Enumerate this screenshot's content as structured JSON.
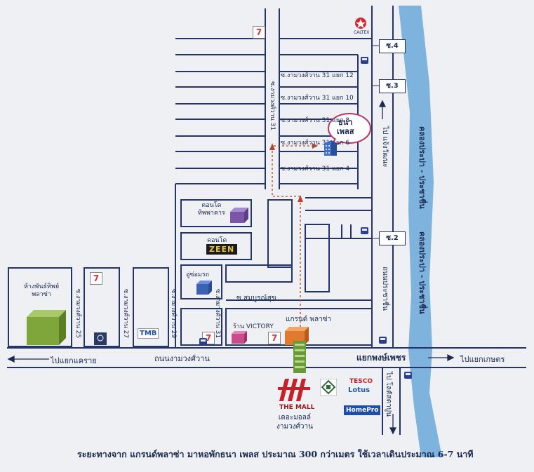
{
  "sois": {
    "s4": "ซ.4",
    "s3": "ซ.3",
    "s2": "ซ.2"
  },
  "side_streets": {
    "y12": "ซ.งามวงศ์วาน 31 แยก 12",
    "y10": "ซ.งามวงศ์วาน 31 แยก 10",
    "y8": "ซ.งามวงศ์วาน 31 แยก 8",
    "y6": "ซ.งามวงศ์วาน 31 แยก 6",
    "y4": "ซ.งามวงศ์วาน 31 แยก 4"
  },
  "vertical_streets": {
    "s31_top": "ซ.งามวงศ์วาน 31",
    "s31_bottom": "ซ.งามวงศ์วาน 31",
    "s29": "ซ.งามวงศ์วาน 29",
    "s27": "ซ.งามวงศ์วาน 27",
    "s25": "ซ.งามวงศ์วาน 25",
    "to_chaeng": "ไป แจ้งวัฒนะ",
    "prachachuen": "ถนนประชาชื่น",
    "to_lotus": "ไป โลตัสตาปูน"
  },
  "canal": {
    "top": "คลองประปา - ประชาชื่น",
    "bottom": "คลองประปา - ประชาชื่น"
  },
  "roads": {
    "ngamwongwan": "ถนนงามวงศ์วาน",
    "sombunsuk": "ซ.สมบูรณ์สุข",
    "intersection": "แยกพงษ์เพชร"
  },
  "directions": {
    "khae_rai": "ไปแยกแคราย",
    "kaset": "ไปแยกเกษตร"
  },
  "places": {
    "thana_place": "ธนา\nเพลส",
    "condo_thip": "คอนโด\nทิพพาคาร",
    "condo_zeen_title": "คอนโด",
    "zeen": "ZEEN",
    "repair": "อู่ซ่อมรถ",
    "mall_25": "ห้างพันธ์ทิพย์\nพลาซ่า",
    "victory_shop": "ร้าน VICTORY",
    "grand_plaza": "แกรนด์ พลาซ่า",
    "the_mall_brand": "THE MALL",
    "the_mall_name": "เดอะมอลล์\nงามวงศ์วาน",
    "caltex": "CALTEX",
    "tmb": "TMB",
    "tesco": "TESCO",
    "lotus": "Lotus",
    "homepro": "HomePro"
  },
  "caption": "ระยะทางจาก แกรนด์พลาซ่า มาหอพักธนา เพลส ประมาณ 300 กว่าเมตร ใช้เวลาเดินประมาณ 6-7 นาที",
  "colors": {
    "road": "#24346b",
    "canal": "#6aa8d8",
    "route": "#b5452e",
    "thana_outline": "#b8365f",
    "cube_green": "#7fa63a",
    "cube_purple": "#7b55a8",
    "cube_blue": "#3d62b4",
    "cube_pink": "#c84d8a",
    "cube_orange": "#e07a2e"
  }
}
